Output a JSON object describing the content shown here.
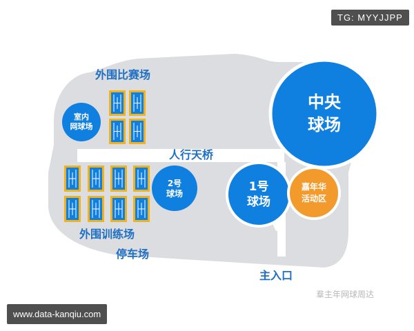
{
  "map": {
    "title_top": "外围比赛场",
    "title_training": "外围训练场",
    "bridge": "人行天桥",
    "parking": "停车场",
    "entrance": "主入口"
  },
  "venues": {
    "indoor": "室内\n网球场",
    "central": "中央\n球场",
    "court1": "1号\n球场",
    "court2": "2号\n球场",
    "carnival": "嘉年华\n活动区"
  },
  "colors": {
    "ground": "#dcdde0",
    "court_blue": "#0f7fe0",
    "carnival_orange": "#f39a2c",
    "label_blue": "#1f6fc2",
    "court_border": "#f2b21c"
  },
  "watermarks": {
    "top_right": "TG: MYYJJPP",
    "bottom_left": "www.data-kanqiu.com",
    "weibo": "羣主年网球周达"
  }
}
